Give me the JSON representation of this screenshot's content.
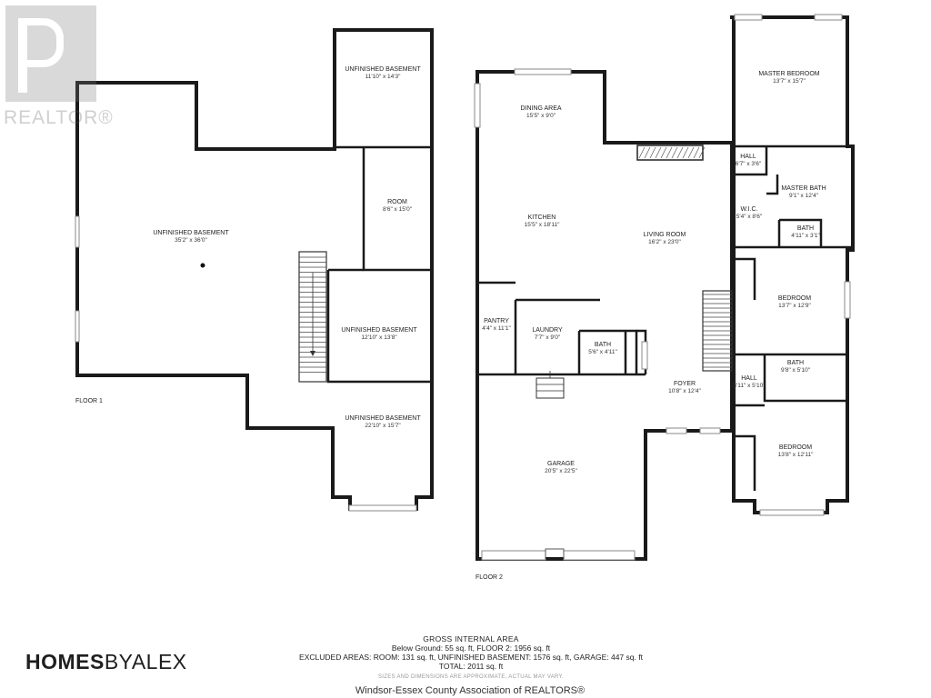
{
  "watermark": {
    "text": "REALTOR",
    "registered": "®"
  },
  "floors": {
    "floor1": {
      "label": "FLOOR 1"
    },
    "floor2": {
      "label": "FLOOR 2"
    }
  },
  "rooms": {
    "f1_unfinished_main": {
      "name": "UNFINISHED BASEMENT",
      "dims": "35'2\" x 36'0\""
    },
    "f1_unfinished_top": {
      "name": "UNFINISHED BASEMENT",
      "dims": "11'10\" x 14'3\""
    },
    "f1_room": {
      "name": "ROOM",
      "dims": "8'6\" x 15'0\""
    },
    "f1_unfinished_mid": {
      "name": "UNFINISHED BASEMENT",
      "dims": "12'10\" x 13'8\""
    },
    "f1_unfinished_bottom": {
      "name": "UNFINISHED BASEMENT",
      "dims": "22'10\" x 15'7\""
    },
    "f2_dining": {
      "name": "DINING AREA",
      "dims": "15'5\" x 9'0\""
    },
    "f2_kitchen": {
      "name": "KITCHEN",
      "dims": "15'5\" x 18'11\""
    },
    "f2_living": {
      "name": "LIVING ROOM",
      "dims": "16'2\" x 23'0\""
    },
    "f2_pantry": {
      "name": "PANTRY",
      "dims": "4'4\" x 11'1\""
    },
    "f2_laundry": {
      "name": "LAUNDRY",
      "dims": "7'7\" x 9'0\""
    },
    "f2_bath_small": {
      "name": "BATH",
      "dims": "5'6\" x 4'11\""
    },
    "f2_foyer": {
      "name": "FOYER",
      "dims": "10'8\" x 12'4\""
    },
    "f2_garage": {
      "name": "GARAGE",
      "dims": "20'5\" x 22'5\""
    },
    "f2_master_bed": {
      "name": "MASTER BEDROOM",
      "dims": "13'7\" x 15'7\""
    },
    "f2_hall_top": {
      "name": "HALL",
      "dims": "6'7\" x 3'6\""
    },
    "f2_master_bath": {
      "name": "MASTER BATH",
      "dims": "9'1\" x 12'4\""
    },
    "f2_wic": {
      "name": "W.I.C.",
      "dims": "5'4\" x 8'6\""
    },
    "f2_bath_master_wc": {
      "name": "BATH",
      "dims": "4'11\" x 3'1\""
    },
    "f2_bedroom_mid": {
      "name": "BEDROOM",
      "dims": "13'7\" x 12'9\""
    },
    "f2_bath_mid": {
      "name": "BATH",
      "dims": "9'8\" x 5'10\""
    },
    "f2_hall_mid": {
      "name": "HALL",
      "dims": "3'11\" x 5'10\""
    },
    "f2_bedroom_bottom": {
      "name": "BEDROOM",
      "dims": "13'8\" x 12'11\""
    }
  },
  "area_summary": {
    "title": "GROSS INTERNAL AREA",
    "line1": "Below Ground: 55 sq. ft, FLOOR 2: 1956 sq. ft",
    "line2": "EXCLUDED AREAS: ROOM: 131 sq. ft, UNFINISHED BASEMENT: 1576 sq. ft, GARAGE: 447 sq. ft",
    "line3": "TOTAL: 2011 sq. ft",
    "disclaimer": "SIZES AND DIMENSIONS ARE APPROXIMATE, ACTUAL MAY VARY."
  },
  "brand": {
    "part1": "HOMES",
    "part2": "BYALEX"
  },
  "credit": "Windsor-Essex County Association of REALTORS®"
}
